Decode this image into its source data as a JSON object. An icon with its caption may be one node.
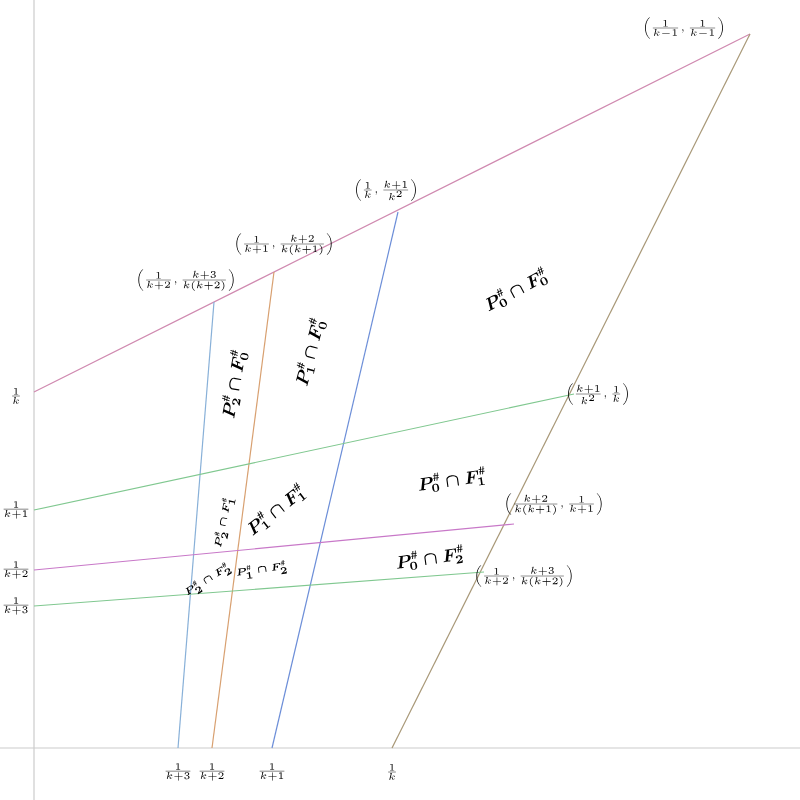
{
  "diagram": {
    "labels": [
      "\\left(\\frac{1}{k-1},\\frac{1}{k-1}\\right)",
      "\\left(\\frac{1}{k},\\frac{k+1}{k^2}\\right)",
      "\\left(\\frac{1}{k+1},\\frac{k+2}{k(k+1)}\\right)",
      "\\left(\\frac{1}{k+2},\\frac{k+3}{k(k+2)}\\right)",
      "P_0^{\\#}\\cap F_0^{\\#}",
      "\\frac{1}{k}",
      "P_2^{\\#}\\cap F_0^{\\#}",
      "P_1^{\\#}\\cap F_0^{\\#}",
      "\\left(\\frac{k+1}{k^2},\\frac{1}{k}\\right)",
      "\\frac{1}{k+1}",
      "P_0^{\\#}\\cap F_1^{\\#}",
      "P_2^{\\#}\\cap F_1^{\\#}",
      "P_1^{\\#}\\cap F_1^{\\#}",
      "\\left(\\frac{k+2}{k(k+1)},\\frac{1}{k+1}\\right)",
      "\\frac{1}{k+2}",
      "P_0^{\\#}\\cap F_2^{\\#}",
      "\\frac{1}{k+3}",
      "\\left(\\frac{1}{k+2},\\frac{k+3}{k(k+2)}\\right)",
      "P_2^{\\#}\\cap F_2^{\\#}",
      "P_1^{\\#}\\cap F_2^{\\#}",
      "\\frac{1}{k+3}",
      "\\frac{1}{k+2}",
      "\\frac{1}{k+1}",
      "\\frac{1}{k}"
    ]
  }
}
